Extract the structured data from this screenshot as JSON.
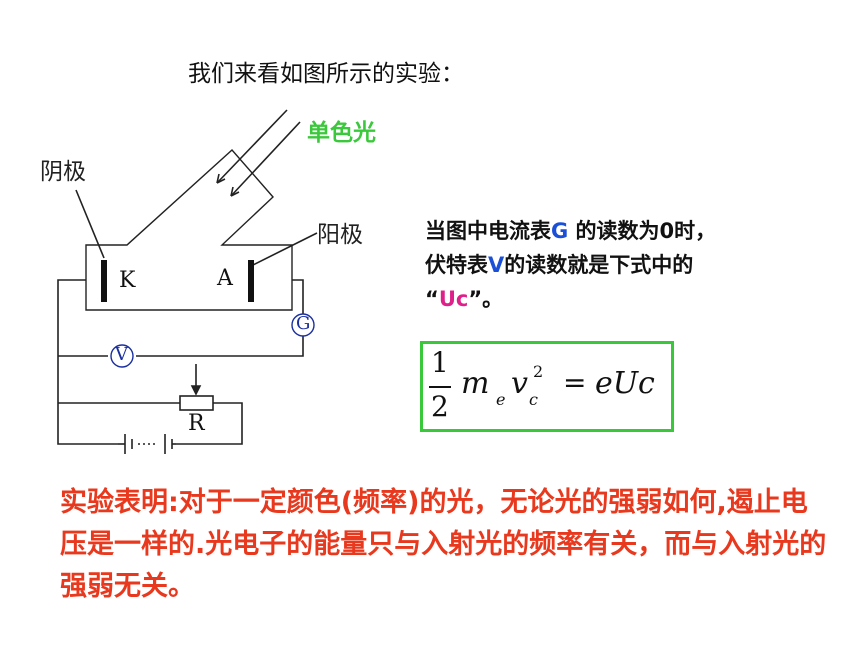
{
  "title": "我们来看如图所示的实验：",
  "labels": {
    "light": "单色光",
    "cathode": "阴极",
    "anode": "阳极",
    "k": "K",
    "a": "A",
    "g": "G",
    "v": "V",
    "r": "R"
  },
  "description": {
    "line1_pre": "当图中电流表",
    "line1_g": "G",
    "line1_post": " 的读数为0时，",
    "line2_pre": "伏特表",
    "line2_v": "V",
    "line2_post": "的读数就是下式中的",
    "line3_pre": "“",
    "line3_uc": "Uc",
    "line3_post": "”。"
  },
  "formula": {
    "numerator": "1",
    "denominator": "2",
    "m": "m",
    "sub_e": "e",
    "v": "v",
    "sub_c": "c",
    "sup_2": "2",
    "eq": "=",
    "rhs": "eUc"
  },
  "conclusion": "实验表明:对于一定颜色(频率)的光，无论光的强弱如何,遏止电压是一样的.光电子的能量只与入射光的频率有关，而与入射光的强弱无关。",
  "colors": {
    "light": "#3cc83c",
    "meter": "#1a4fd8",
    "uc": "#e0208a",
    "conclusion": "#e8391e",
    "box": "#39c839"
  }
}
